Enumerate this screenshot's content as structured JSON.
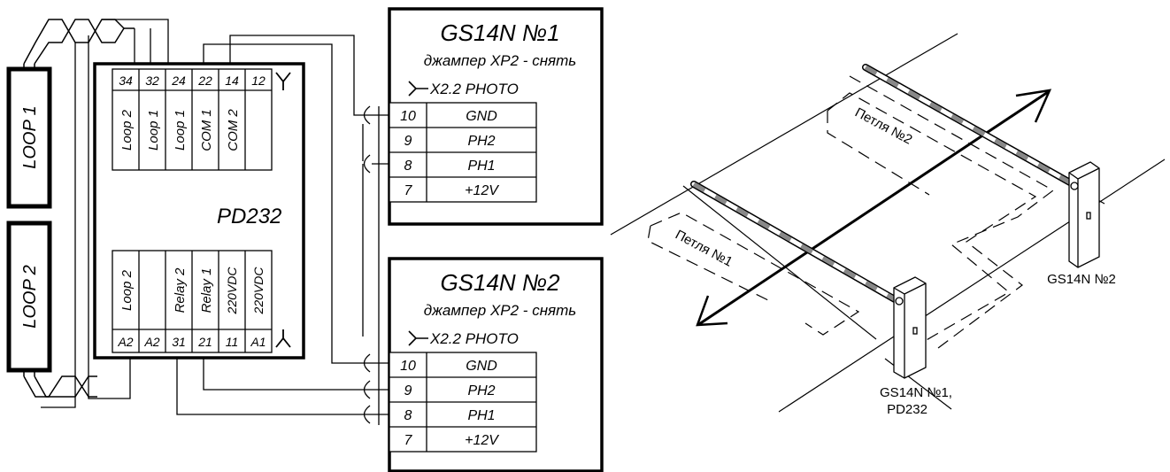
{
  "loops": {
    "loop1": "LOOP 1",
    "loop2": "LOOP 2"
  },
  "detector": {
    "title": "PD232",
    "top_pins": [
      "34",
      "32",
      "24",
      "22",
      "14",
      "12"
    ],
    "top_labels": [
      "Loop 2",
      "Loop 1",
      "Loop 1",
      "COM 1",
      "COM 2"
    ],
    "bottom_labels": [
      "Loop 2",
      "",
      "Relay 2",
      "Relay 1",
      "220VDC",
      "220VDC"
    ],
    "bottom_pins": [
      "A2",
      "A2",
      "31",
      "21",
      "11",
      "A1"
    ]
  },
  "barrier1": {
    "title": "GS14N №1",
    "note": "джампер XP2 - снять",
    "connector": "X2.2  PHOTO",
    "pins": [
      "10",
      "9",
      "8",
      "7"
    ],
    "signals": [
      "GND",
      "PH2",
      "PH1",
      "+12V"
    ]
  },
  "barrier2": {
    "title": "GS14N №2",
    "note": "джампер XP2 - снять",
    "connector": "X2.2  PHOTO",
    "pins": [
      "10",
      "9",
      "8",
      "7"
    ],
    "signals": [
      "GND",
      "PH2",
      "PH1",
      "+12V"
    ]
  },
  "scene": {
    "loop1_label": "Петля №1",
    "loop2_label": "Петля №2",
    "caption_barrier2": "GS14N №2",
    "caption_barrier1_line1": "GS14N №1,",
    "caption_barrier1_line2": "PD232"
  }
}
